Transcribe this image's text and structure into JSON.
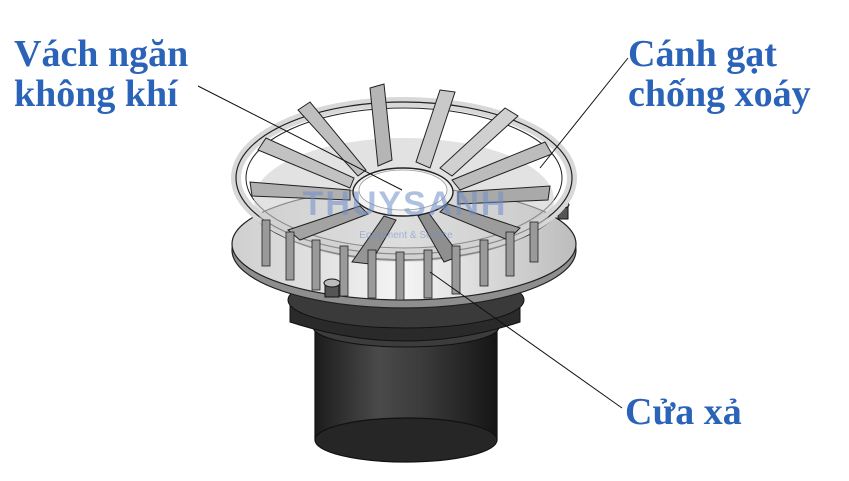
{
  "labels": {
    "air_baffle": {
      "line1": "Vách ngăn",
      "line2": "không khí"
    },
    "anti_vortex_vanes": {
      "line1": "Cánh gạt",
      "line2": "chống xoáy"
    },
    "outlet": {
      "line1": "Cửa xả"
    }
  },
  "watermark": {
    "brand": "THUYSANH",
    "tagline": "Equipment & Service"
  },
  "colors": {
    "label_blue": "#2b63b8",
    "body_dark": "#2e2e2e",
    "metal_light": "#e9e9e9",
    "metal_mid": "#9a9a9a",
    "watermark_blue": "#6f8fc8"
  }
}
